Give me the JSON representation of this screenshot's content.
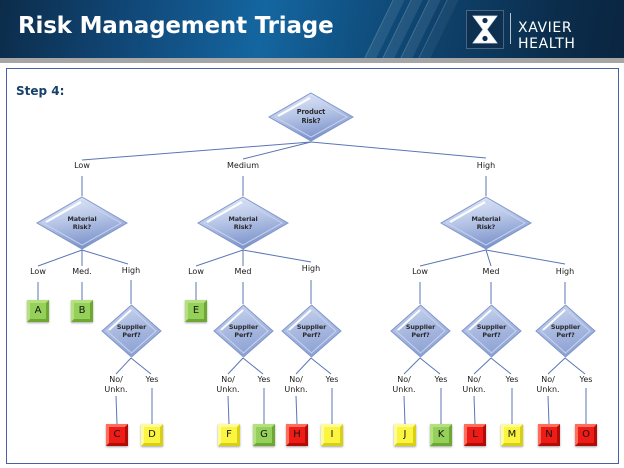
{
  "header": {
    "title": "Risk Management Triage",
    "brand_name": "XAVIER HEALTH",
    "logo_mark": "X",
    "bg_color": "#11497a",
    "title_color": "#ffffff"
  },
  "slide": {
    "step_label": "Step 4:",
    "step_color": "#17406d",
    "frame_border_color": "#4a5fa5"
  },
  "legend_colors": {
    "green": "#95d05a",
    "yellow": "#fbf541",
    "red": "#ee1b16",
    "diamond": "#a3b5dd",
    "connector": "#5b76b5"
  },
  "nodes": {
    "root": {
      "line1": "Product",
      "line2": "Risk?"
    },
    "material_low": {
      "line1": "Material",
      "line2": "Risk?"
    },
    "material_med": {
      "line1": "Material",
      "line2": "Risk?"
    },
    "material_high": {
      "line1": "Material",
      "line2": "Risk?"
    },
    "supplier": {
      "line1": "Supplier",
      "line2": "Perf?"
    }
  },
  "edge_labels": {
    "product_low": "Low",
    "product_medium": "Medium",
    "product_high": "High",
    "mat_low_low": "Low",
    "mat_low_med": "Med.",
    "mat_low_high": "High",
    "mat_med_low": "Low",
    "mat_med_med": "Med",
    "mat_med_high": "High",
    "mat_high_low": "Low",
    "mat_high_med": "Med",
    "mat_high_high": "High",
    "supplier_no": "No/\nUnkn.",
    "supplier_yes": "Yes"
  },
  "outcomes": [
    {
      "id": "A",
      "label": "A",
      "color": "green"
    },
    {
      "id": "B",
      "label": "B",
      "color": "green"
    },
    {
      "id": "C",
      "label": "C",
      "color": "red"
    },
    {
      "id": "D",
      "label": "D",
      "color": "yellow"
    },
    {
      "id": "E",
      "label": "E",
      "color": "green"
    },
    {
      "id": "F",
      "label": "F",
      "color": "yellow"
    },
    {
      "id": "G",
      "label": "G",
      "color": "green"
    },
    {
      "id": "H",
      "label": "H",
      "color": "red"
    },
    {
      "id": "I",
      "label": "I",
      "color": "yellow"
    },
    {
      "id": "J",
      "label": "J",
      "color": "yellow"
    },
    {
      "id": "K",
      "label": "K",
      "color": "green"
    },
    {
      "id": "L",
      "label": "L",
      "color": "red"
    },
    {
      "id": "M",
      "label": "M",
      "color": "yellow"
    },
    {
      "id": "N",
      "label": "N",
      "color": "red"
    },
    {
      "id": "O",
      "label": "O",
      "color": "red"
    }
  ]
}
